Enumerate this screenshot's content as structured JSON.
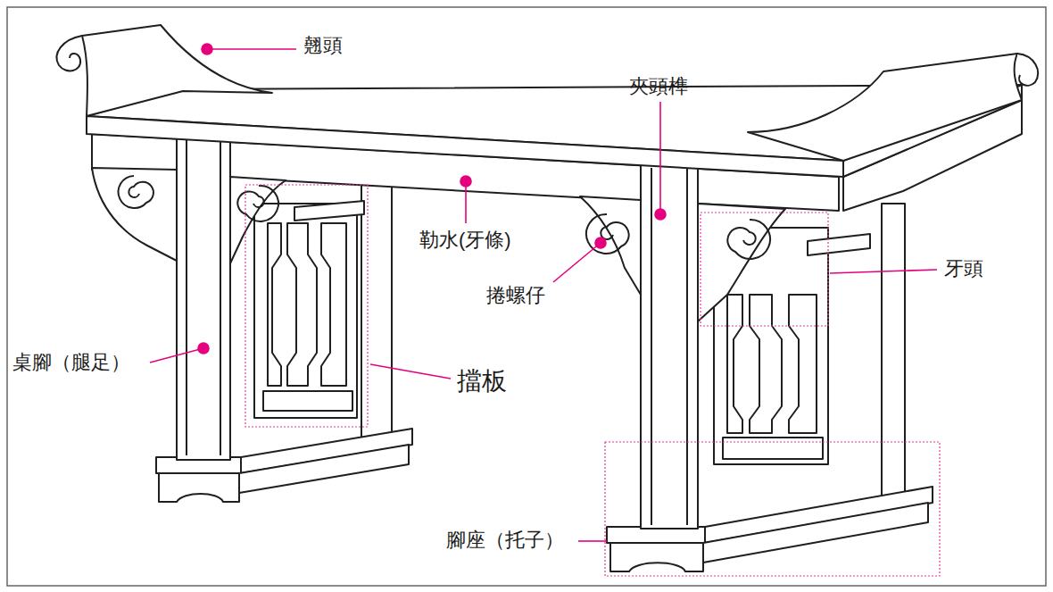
{
  "diagram": {
    "labels": [
      "翹頭",
      "夾頭榫",
      "勒水(牙條)",
      "捲螺仔",
      "牙頭",
      "桌腳（腿足）",
      "擋板",
      "腳座（托子）"
    ]
  }
}
